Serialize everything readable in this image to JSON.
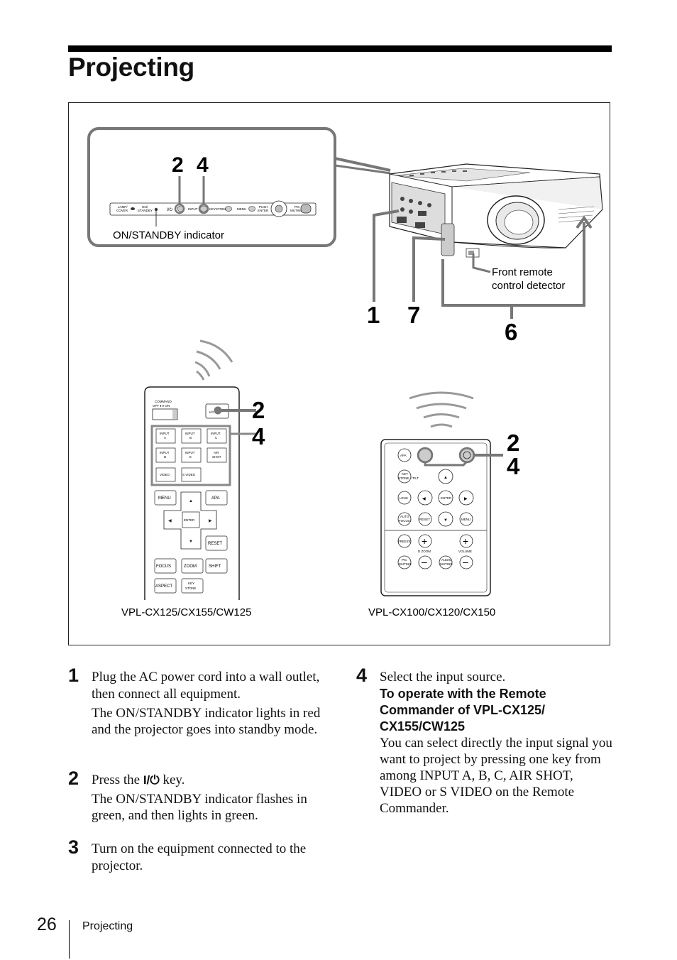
{
  "page_title": "Projecting",
  "figure": {
    "callouts": {
      "panel_2": "2",
      "panel_4": "4",
      "num_1": "1",
      "num_7": "7",
      "num_6": "6",
      "remote1_2": "2",
      "remote1_4": "4",
      "remote2_2": "2",
      "remote2_4": "4"
    },
    "on_standby_label": "ON/STANDBY indicator",
    "front_remote_line1": "Front remote",
    "front_remote_line2": "control detector",
    "panel_labels": {
      "lamp_cover_1": "LAMP/",
      "lamp_cover_2": "COVER",
      "on_1": "ON/",
      "on_2": "STANDBY",
      "power": "I/⏻",
      "input": "INPUT",
      "keystone": "KEYSTONE",
      "menu": "MENU",
      "push_1": "PUSH",
      "push_2": "ENTER",
      "pic_1": "PIC",
      "pic_2": "MUTING"
    },
    "remote1": {
      "model": "VPL-CX125/CX155/CW125",
      "command_1": "COMMAND",
      "command_2": "OFF ♦ ♦ ON",
      "power_key": "I/⏻",
      "input_a_1": "INPUT",
      "input_a_2": "A",
      "input_b_1": "INPUT",
      "input_b_2": "B",
      "input_c_1": "INPUT",
      "input_c_2": "C",
      "input_d_1": "INPUT",
      "input_d_2": "D",
      "input_e_1": "INPUT",
      "input_e_2": "E",
      "air_1": "AIR",
      "air_2": "SHOT",
      "video": "VIDEO",
      "svideo": "S VIDEO",
      "menu": "MENU",
      "apa": "APA",
      "enter": "ENTER",
      "reset": "RESET",
      "focus": "FOCUS",
      "zoom": "ZOOM",
      "shift": "SHIFT",
      "aspect": "ASPECT",
      "key_1": "KEY",
      "key_2": "STONE"
    },
    "remote2": {
      "model": "VPL-CX100/CX120/CX150",
      "apa": "APA",
      "keystone_1": "KEY",
      "keystone_2": "STONE",
      "tilt": "/TILT",
      "lens": "LENS",
      "enter": "ENTER",
      "auto_1": "AUTO",
      "auto_2": "FOCUS",
      "reset": "RESET",
      "menu": "MENU",
      "freeze": "FREEZE",
      "dzoom": "D ZOOM",
      "volume": "VOLUME",
      "pic_1": "PIC",
      "pic_2": "MUTING",
      "audio_1": "AUDIO",
      "audio_2": "MUTING"
    }
  },
  "steps": [
    {
      "num": "1",
      "main": "Plug the AC power cord into a wall outlet, then connect all equipment.",
      "sub": "The ON/STANDBY indicator lights in red and the projector goes into standby mode."
    },
    {
      "num": "2",
      "main_prefix": "Press the ",
      "key": "I/⏻",
      "main_suffix": " key.",
      "sub": "The ON/STANDBY indicator flashes in green, and then lights in green."
    },
    {
      "num": "3",
      "main": "Turn on the equipment connected to the projector."
    },
    {
      "num": "4",
      "main": "Select the input source.",
      "subhead": "To operate with the Remote Commander of VPL-CX125/ CX155/CW125",
      "sub": "You can select directly the input signal you want to project by pressing one key from among INPUT A, B, C, AIR SHOT, VIDEO or S VIDEO on the Remote Commander."
    }
  ],
  "footer": {
    "page_number": "26",
    "section": "Projecting"
  }
}
